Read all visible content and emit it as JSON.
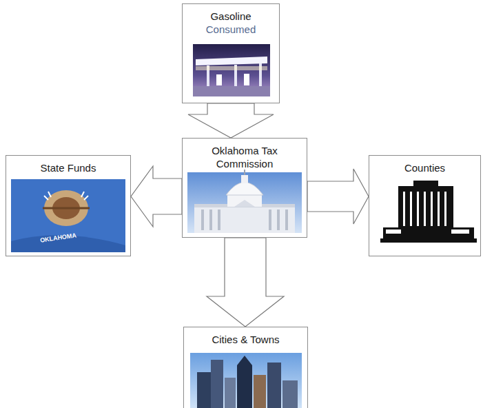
{
  "diagram": {
    "nodes": [
      {
        "text": [
          "Gasoline",
          "Consumed"
        ]
      },
      {
        "text": [
          "State Funds"
        ]
      },
      {
        "text": [
          "Oklahoma Tax Commission"
        ]
      },
      {
        "text": [
          "Counties"
        ]
      },
      {
        "text": [
          "Cities & Towns"
        ]
      }
    ],
    "edges": [
      {
        "from": 0,
        "to": 2,
        "arrow": "to"
      },
      {
        "from": 2,
        "to": 1,
        "arrow": "to"
      },
      {
        "from": 2,
        "to": 3,
        "arrow": "to"
      },
      {
        "from": 2,
        "to": 4,
        "arrow": "to"
      }
    ],
    "labels": [
      "OKLAHOMA"
    ]
  }
}
